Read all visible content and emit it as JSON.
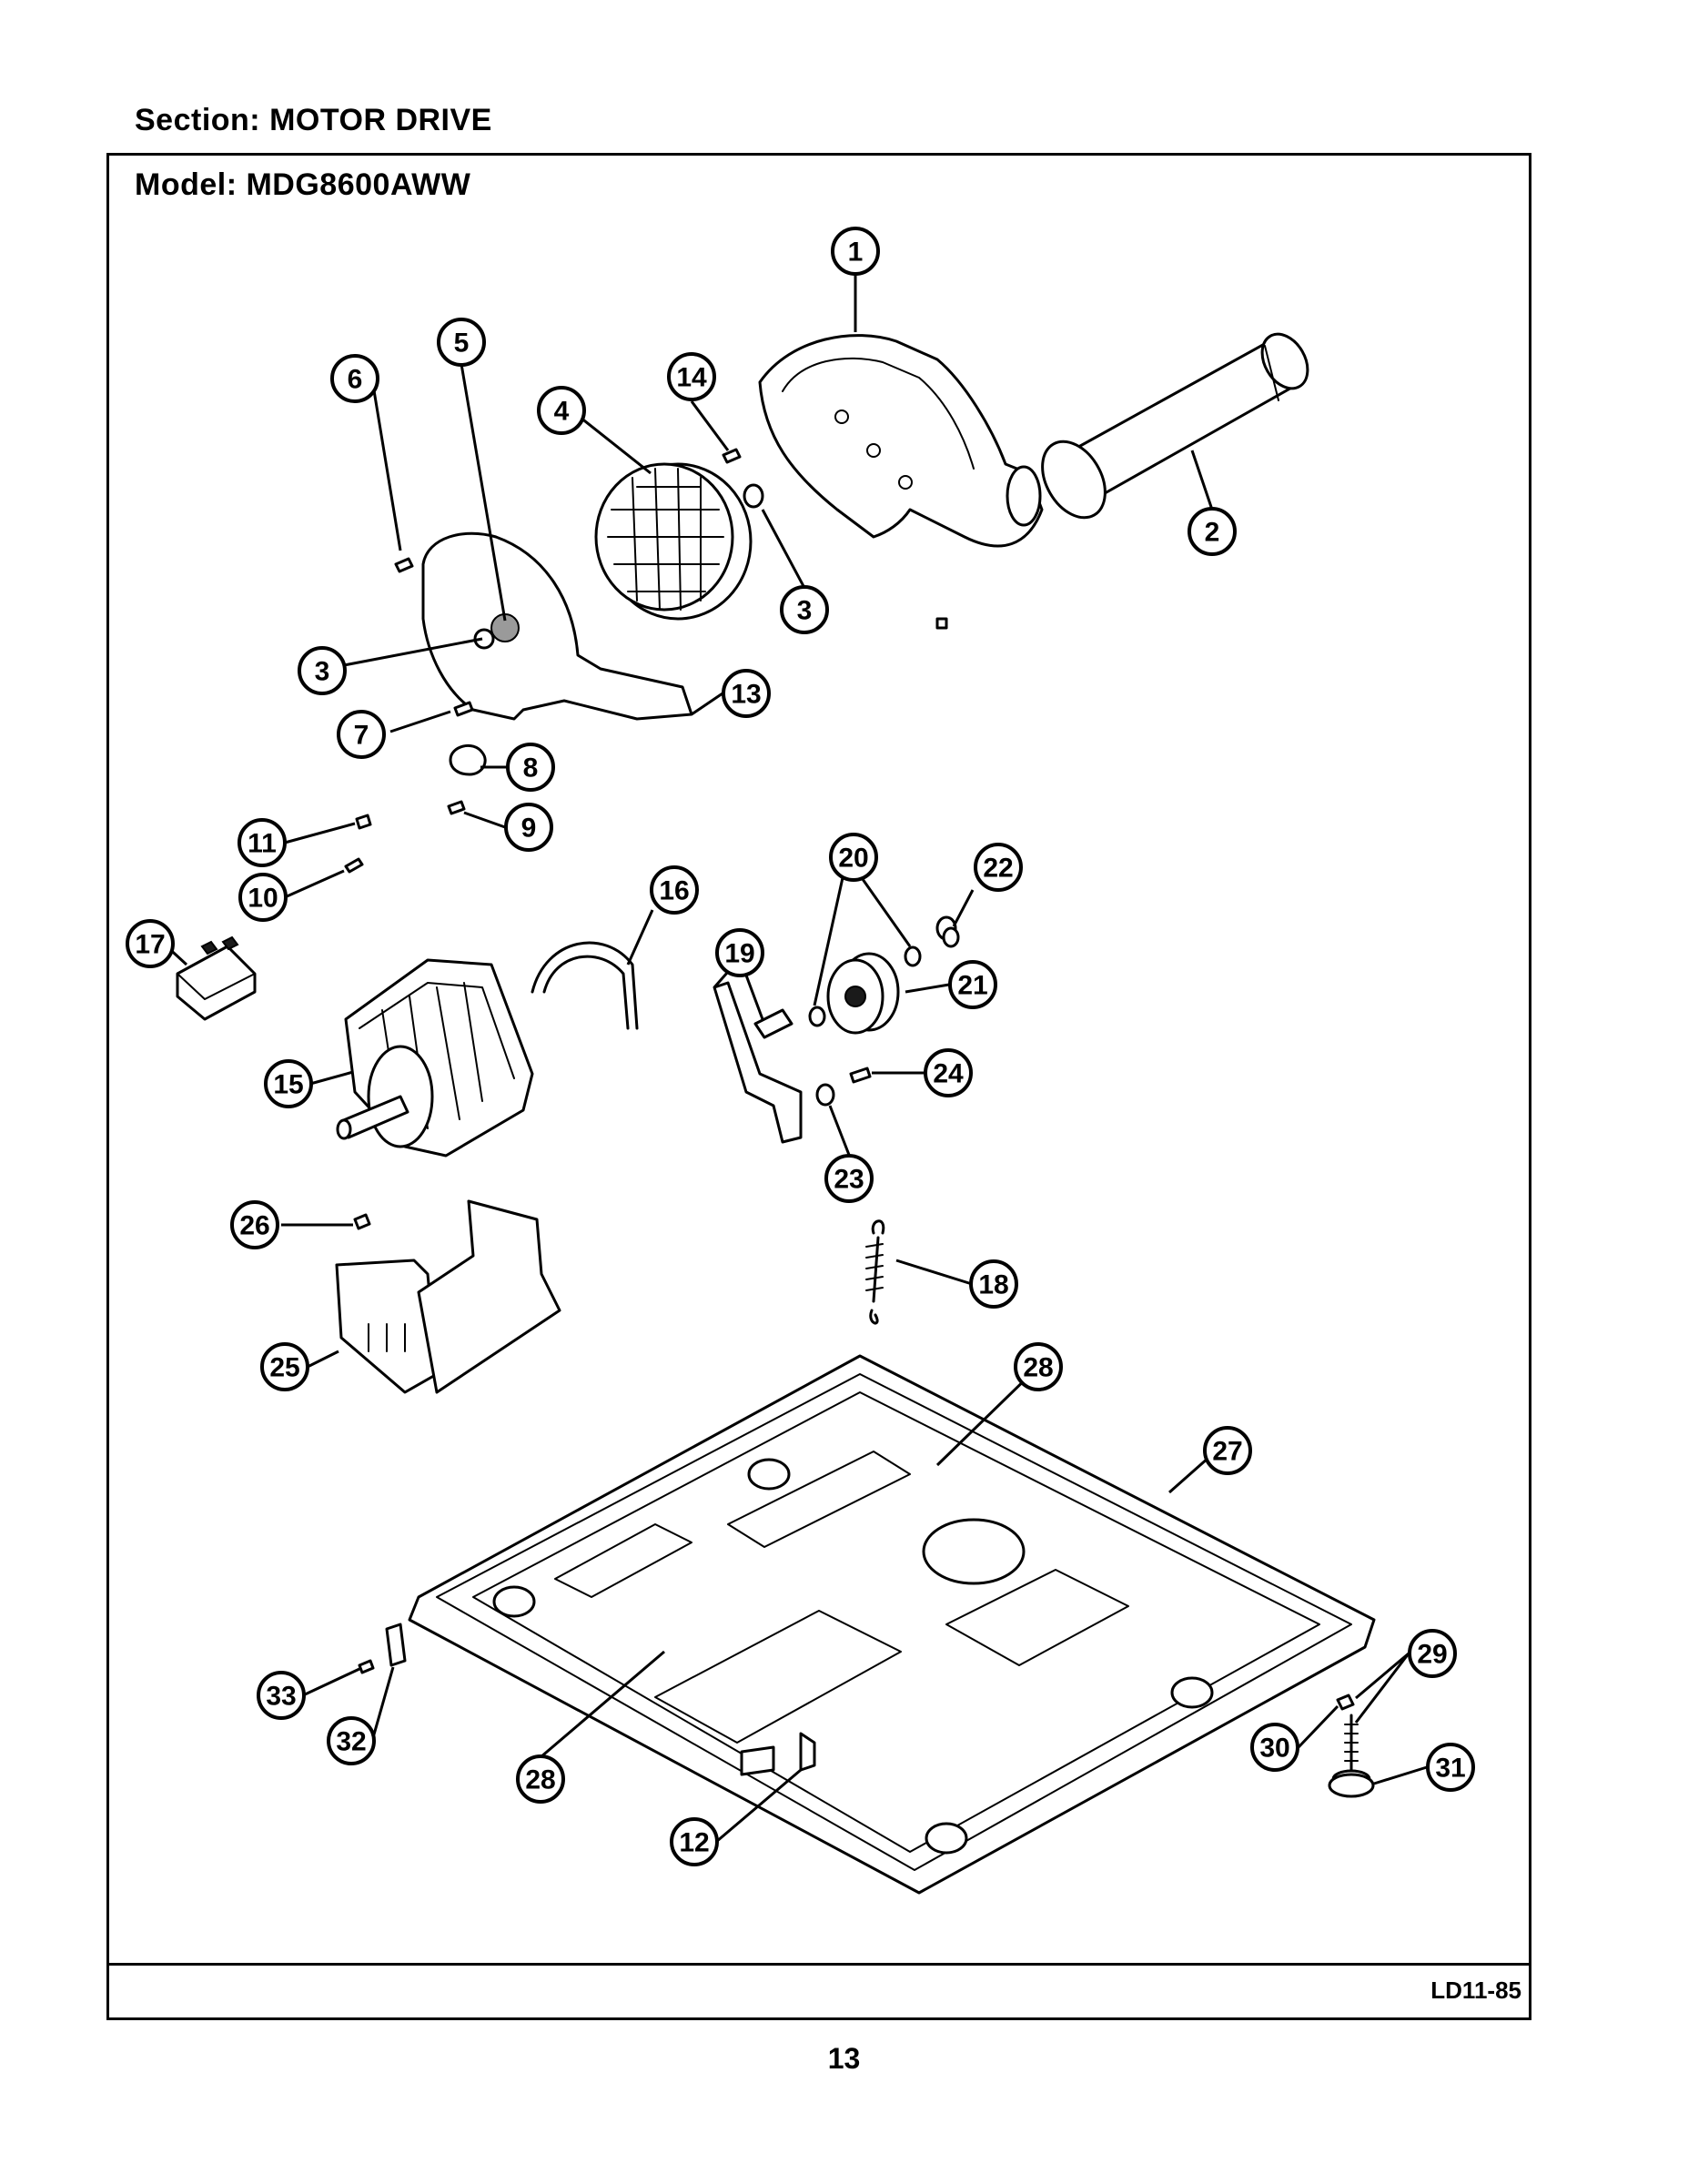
{
  "header": {
    "section": "Section:  MOTOR DRIVE",
    "model": "Model:  MDG8600AWW"
  },
  "footer": {
    "doc_code": "LD11-85",
    "page_number": "13"
  },
  "callouts": [
    {
      "id": "c1",
      "label": "1"
    },
    {
      "id": "c2",
      "label": "2"
    },
    {
      "id": "c3a",
      "label": "3"
    },
    {
      "id": "c3b",
      "label": "3"
    },
    {
      "id": "c4",
      "label": "4"
    },
    {
      "id": "c5",
      "label": "5"
    },
    {
      "id": "c6",
      "label": "6"
    },
    {
      "id": "c7",
      "label": "7"
    },
    {
      "id": "c8",
      "label": "8"
    },
    {
      "id": "c9",
      "label": "9"
    },
    {
      "id": "c10",
      "label": "10"
    },
    {
      "id": "c11",
      "label": "11"
    },
    {
      "id": "c12",
      "label": "12"
    },
    {
      "id": "c13",
      "label": "13"
    },
    {
      "id": "c14",
      "label": "14"
    },
    {
      "id": "c15",
      "label": "15"
    },
    {
      "id": "c16",
      "label": "16"
    },
    {
      "id": "c17",
      "label": "17"
    },
    {
      "id": "c18",
      "label": "18"
    },
    {
      "id": "c19",
      "label": "19"
    },
    {
      "id": "c20",
      "label": "20"
    },
    {
      "id": "c21",
      "label": "21"
    },
    {
      "id": "c22",
      "label": "22"
    },
    {
      "id": "c23",
      "label": "23"
    },
    {
      "id": "c24",
      "label": "24"
    },
    {
      "id": "c25",
      "label": "25"
    },
    {
      "id": "c26",
      "label": "26"
    },
    {
      "id": "c27",
      "label": "27"
    },
    {
      "id": "c28a",
      "label": "28"
    },
    {
      "id": "c28b",
      "label": "28"
    },
    {
      "id": "c29",
      "label": "29"
    },
    {
      "id": "c30",
      "label": "30"
    },
    {
      "id": "c31",
      "label": "31"
    },
    {
      "id": "c32",
      "label": "32"
    },
    {
      "id": "c33",
      "label": "33"
    }
  ]
}
